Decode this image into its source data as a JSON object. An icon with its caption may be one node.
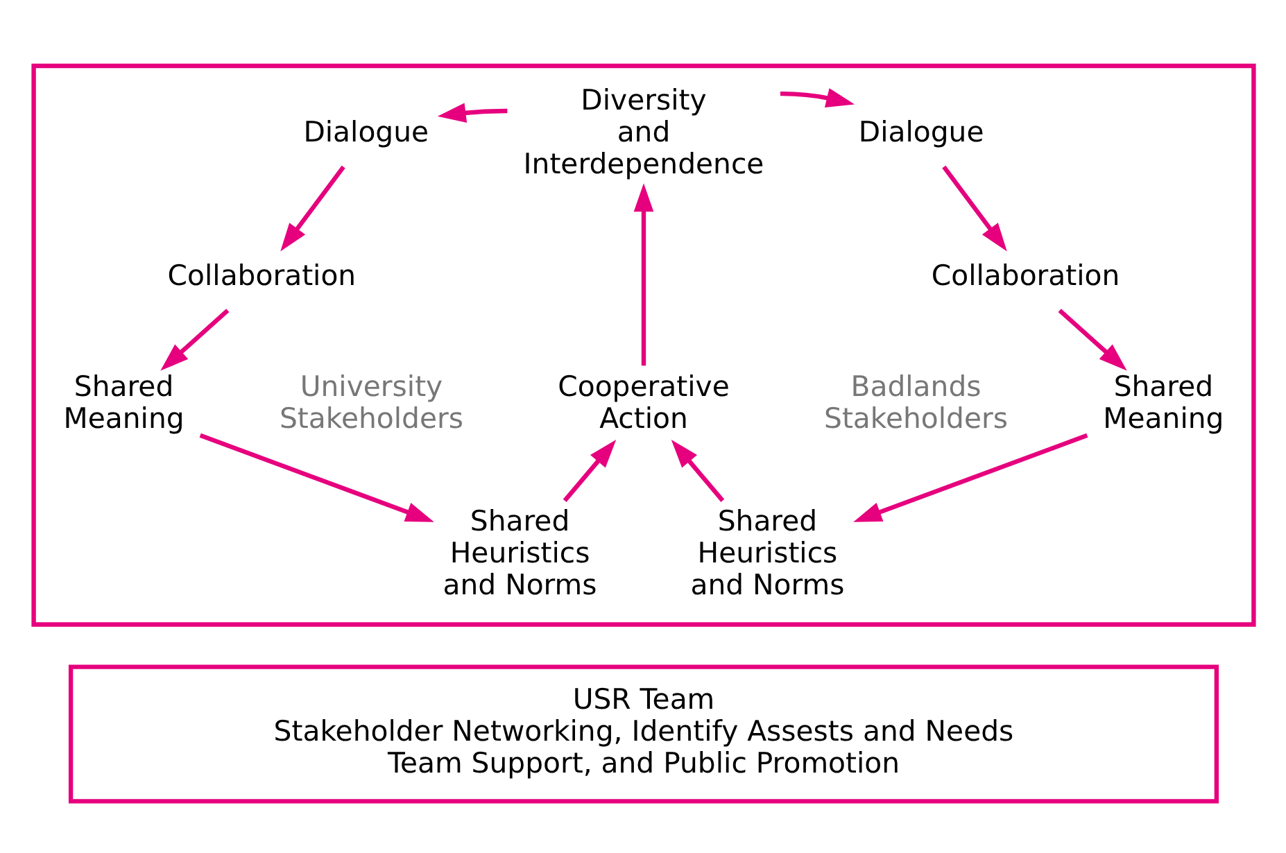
{
  "diagram": {
    "nodes": [
      {
        "text": [],
        "shape": "box"
      },
      {
        "text": [
          "Dialogue"
        ],
        "in": 0
      },
      {
        "text": [
          "Collaboration"
        ],
        "in": 0
      },
      {
        "text": [
          "Shared Meaning"
        ],
        "in": 0
      },
      {
        "text": [
          "Shared Heuristics and Norms"
        ],
        "in": 0
      },
      {
        "text": [
          "Diversity and Interdependence"
        ],
        "in": 0
      },
      {
        "text": [
          "Cooperative Action"
        ],
        "in": 0
      },
      {
        "text": [
          "Dialogue"
        ],
        "in": 0
      },
      {
        "text": [
          "Collaboration"
        ],
        "in": 0
      },
      {
        "text": [
          "Shared Meaning"
        ],
        "in": 0
      },
      {
        "text": [
          "Shared Heuristics and Norms"
        ],
        "in": 0
      },
      {
        "text": [
          "USR Team",
          "Stakeholder Networking, Identify Assests and Needs Team Support, and Public Promotion"
        ]
      }
    ],
    "edges": [
      {
        "from": 5,
        "to": 1,
        "arrow": "to"
      },
      {
        "from": 1,
        "to": 2,
        "arrow": "to"
      },
      {
        "from": 2,
        "to": 3,
        "arrow": "to"
      },
      {
        "from": 3,
        "to": 4,
        "arrow": "to"
      },
      {
        "from": 4,
        "to": 6,
        "arrow": "to"
      },
      {
        "from": 6,
        "to": 5,
        "arrow": "to"
      },
      {
        "from": 5,
        "to": 7,
        "arrow": "to"
      },
      {
        "from": 7,
        "to": 8,
        "arrow": "to"
      },
      {
        "from": 8,
        "to": 9,
        "arrow": "to"
      },
      {
        "from": 9,
        "to": 10,
        "arrow": "to"
      },
      {
        "from": 10,
        "to": 6,
        "arrow": "to"
      }
    ],
    "labels": [
      "University Stakeholders",
      "Badlands Stakeholders"
    ]
  }
}
